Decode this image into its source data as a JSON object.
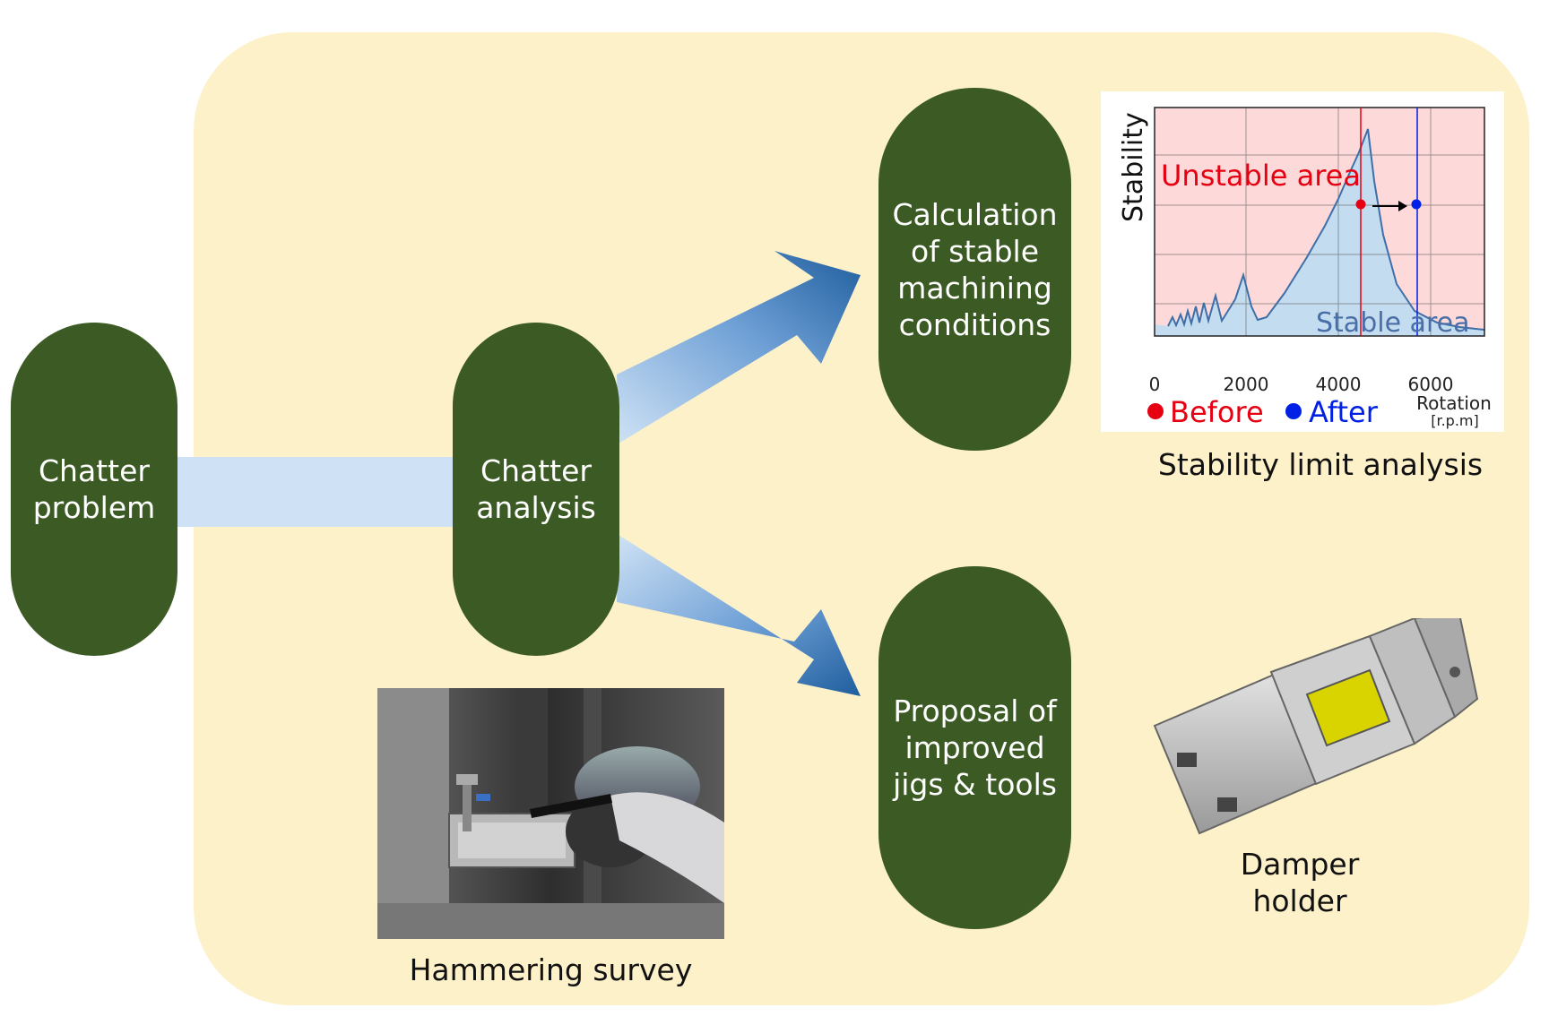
{
  "nodes": {
    "chatter_problem": "Chatter\nproblem",
    "chatter_analysis": "Chatter\nanalysis",
    "calculation": "Calculation\nof stable\nmachining\nconditions",
    "proposal": "Proposal of\nimproved\njigs & tools"
  },
  "captions": {
    "hammering": "Hammering survey",
    "stability": "Stability limit analysis",
    "damper": "Damper\nholder"
  },
  "chart": {
    "ylabel": "Stability",
    "xlabel": "Rotation",
    "xunit": "[r.p.m]",
    "unstable_label": "Unstable area",
    "stable_label": "Stable area",
    "ticks": [
      "0",
      "2000",
      "4000",
      "6000"
    ],
    "legend_before": "Before",
    "legend_after": "After"
  },
  "colors": {
    "panel": "#fdf1ca",
    "node": "#3c5a23",
    "arrow_light": "#cfe2f5",
    "arrow_dark": "#1f5e9e",
    "before": "#e60012",
    "after": "#0020e6",
    "unstable_fill": "#fdd9d9",
    "stable_fill": "#c4dcf0"
  }
}
